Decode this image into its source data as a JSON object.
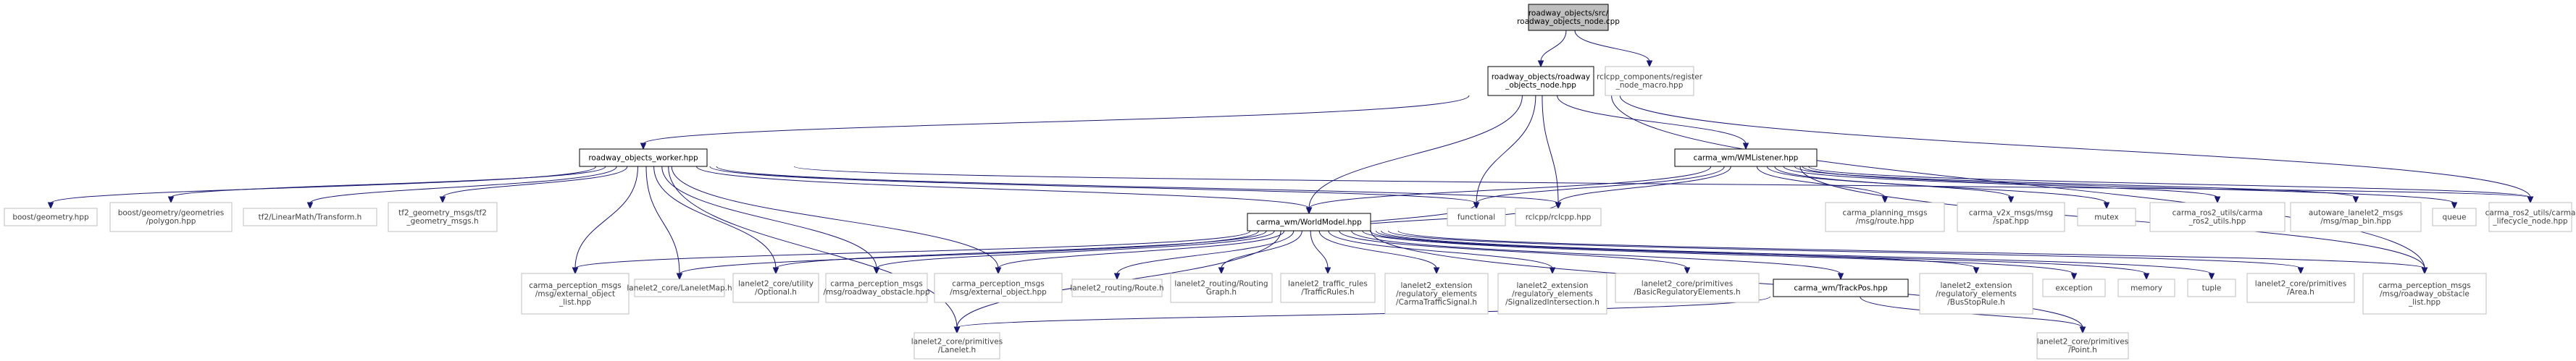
{
  "colors": {
    "root_fill": "#bfbfbf",
    "root_stroke": "#000000",
    "doc_stroke": "#000000",
    "external_stroke": "#bfbfbf",
    "external_text": "#404040",
    "doc_text": "#000000",
    "edge": "#191970"
  },
  "nodes": [
    {
      "id": "n0",
      "kind": "root",
      "lines": [
        "roadway_objects/src/",
        "roadway_objects_node.cpp"
      ]
    },
    {
      "id": "n1",
      "kind": "doc",
      "lines": [
        "roadway_objects/roadway",
        "_objects_node.hpp"
      ]
    },
    {
      "id": "n2",
      "kind": "external",
      "lines": [
        "rclcpp_components/register",
        "_node_macro.hpp"
      ]
    },
    {
      "id": "n3",
      "kind": "doc",
      "lines": [
        "roadway_objects_worker.hpp"
      ]
    },
    {
      "id": "n4",
      "kind": "doc",
      "lines": [
        "carma_wm/WMListener.hpp"
      ]
    },
    {
      "id": "n5",
      "kind": "external",
      "lines": [
        "functional"
      ]
    },
    {
      "id": "n6",
      "kind": "external",
      "lines": [
        "rclcpp/rclcpp.hpp"
      ]
    },
    {
      "id": "n7",
      "kind": "external",
      "lines": [
        "carma_ros2_utils/carma",
        "_lifecycle_node.hpp"
      ]
    },
    {
      "id": "n8",
      "kind": "external",
      "lines": [
        "carma_perception_msgs",
        "/msg/roadway_obstacle",
        "_list.hpp"
      ]
    },
    {
      "id": "n9",
      "kind": "external",
      "lines": [
        "boost/geometry.hpp"
      ]
    },
    {
      "id": "n10",
      "kind": "external",
      "lines": [
        "boost/geometry/geometries",
        "/polygon.hpp"
      ]
    },
    {
      "id": "n11",
      "kind": "external",
      "lines": [
        "tf2/LinearMath/Transform.h"
      ]
    },
    {
      "id": "n12",
      "kind": "external",
      "lines": [
        "tf2_geometry_msgs/tf2",
        "_geometry_msgs.h"
      ]
    },
    {
      "id": "n13",
      "kind": "doc",
      "lines": [
        "carma_wm/WorldModel.hpp"
      ]
    },
    {
      "id": "n14",
      "kind": "external",
      "lines": [
        "carma_perception_msgs",
        "/msg/external_object",
        "_list.hpp"
      ]
    },
    {
      "id": "n15",
      "kind": "external",
      "lines": [
        "lanelet2_core/LaneletMap.h"
      ]
    },
    {
      "id": "n16",
      "kind": "external",
      "lines": [
        "lanelet2_core/utility",
        "/Optional.h"
      ]
    },
    {
      "id": "n17",
      "kind": "external",
      "lines": [
        "carma_perception_msgs",
        "/msg/roadway_obstacle.hpp"
      ]
    },
    {
      "id": "n18",
      "kind": "external",
      "lines": [
        "carma_perception_msgs",
        "/msg/external_object.hpp"
      ]
    },
    {
      "id": "n19",
      "kind": "external",
      "lines": [
        "lanelet2_core/primitives",
        "/Lanelet.h"
      ]
    },
    {
      "id": "n20",
      "kind": "external",
      "lines": [
        "carma_planning_msgs",
        "/msg/route.hpp"
      ]
    },
    {
      "id": "n21",
      "kind": "external",
      "lines": [
        "carma_v2x_msgs/msg",
        "/spat.hpp"
      ]
    },
    {
      "id": "n22",
      "kind": "external",
      "lines": [
        "mutex"
      ]
    },
    {
      "id": "n23",
      "kind": "external",
      "lines": [
        "carma_ros2_utils/carma",
        "_ros2_utils.hpp"
      ]
    },
    {
      "id": "n24",
      "kind": "external",
      "lines": [
        "autoware_lanelet2_msgs",
        "/msg/map_bin.hpp"
      ]
    },
    {
      "id": "n25",
      "kind": "external",
      "lines": [
        "queue"
      ]
    },
    {
      "id": "n26",
      "kind": "external",
      "lines": [
        "lanelet2_routing/Route.h"
      ]
    },
    {
      "id": "n27",
      "kind": "external",
      "lines": [
        "lanelet2_routing/Routing",
        "Graph.h"
      ]
    },
    {
      "id": "n28",
      "kind": "external",
      "lines": [
        "lanelet2_traffic_rules",
        "/TrafficRules.h"
      ]
    },
    {
      "id": "n29",
      "kind": "external",
      "lines": [
        "lanelet2_extension",
        "/regulatory_elements",
        "/CarmaTrafficSignal.h"
      ]
    },
    {
      "id": "n30",
      "kind": "external",
      "lines": [
        "lanelet2_extension",
        "/regulatory_elements",
        "/SignalizedIntersection.h"
      ]
    },
    {
      "id": "n31",
      "kind": "external",
      "lines": [
        "lanelet2_core/primitives",
        "/BasicRegulatoryElements.h"
      ]
    },
    {
      "id": "n32",
      "kind": "doc",
      "lines": [
        "carma_wm/TrackPos.hpp"
      ]
    },
    {
      "id": "n33",
      "kind": "external",
      "lines": [
        "lanelet2_extension",
        "/regulatory_elements",
        "/BusStopRule.h"
      ]
    },
    {
      "id": "n34",
      "kind": "external",
      "lines": [
        "exception"
      ]
    },
    {
      "id": "n35",
      "kind": "external",
      "lines": [
        "memory"
      ]
    },
    {
      "id": "n36",
      "kind": "external",
      "lines": [
        "tuple"
      ]
    },
    {
      "id": "n37",
      "kind": "external",
      "lines": [
        "lanelet2_core/primitives",
        "/Area.h"
      ]
    },
    {
      "id": "n38",
      "kind": "external",
      "lines": [
        "lanelet2_core/primitives",
        "/Point.h"
      ]
    }
  ],
  "edges": [
    [
      "n0",
      "n1"
    ],
    [
      "n0",
      "n2"
    ],
    [
      "n1",
      "n3"
    ],
    [
      "n1",
      "n4"
    ],
    [
      "n1",
      "n5"
    ],
    [
      "n1",
      "n6"
    ],
    [
      "n1",
      "n7"
    ],
    [
      "n1",
      "n8"
    ],
    [
      "n1",
      "n13"
    ],
    [
      "n3",
      "n9"
    ],
    [
      "n3",
      "n10"
    ],
    [
      "n3",
      "n11"
    ],
    [
      "n3",
      "n12"
    ],
    [
      "n3",
      "n13"
    ],
    [
      "n3",
      "n14"
    ],
    [
      "n3",
      "n15"
    ],
    [
      "n3",
      "n16"
    ],
    [
      "n3",
      "n17"
    ],
    [
      "n3",
      "n18"
    ],
    [
      "n3",
      "n19"
    ],
    [
      "n3",
      "n5"
    ],
    [
      "n3",
      "n6"
    ],
    [
      "n3",
      "n7"
    ],
    [
      "n4",
      "n5"
    ],
    [
      "n4",
      "n6"
    ],
    [
      "n4",
      "n13"
    ],
    [
      "n4",
      "n20"
    ],
    [
      "n4",
      "n21"
    ],
    [
      "n4",
      "n22"
    ],
    [
      "n4",
      "n23"
    ],
    [
      "n4",
      "n24"
    ],
    [
      "n4",
      "n25"
    ],
    [
      "n4",
      "n7"
    ],
    [
      "n4",
      "n8"
    ],
    [
      "n13",
      "n5"
    ],
    [
      "n13",
      "n6"
    ],
    [
      "n13",
      "n14"
    ],
    [
      "n13",
      "n15"
    ],
    [
      "n13",
      "n16"
    ],
    [
      "n13",
      "n17"
    ],
    [
      "n13",
      "n18"
    ],
    [
      "n13",
      "n19"
    ],
    [
      "n13",
      "n26"
    ],
    [
      "n13",
      "n27"
    ],
    [
      "n13",
      "n28"
    ],
    [
      "n13",
      "n29"
    ],
    [
      "n13",
      "n30"
    ],
    [
      "n13",
      "n31"
    ],
    [
      "n13",
      "n32"
    ],
    [
      "n13",
      "n33"
    ],
    [
      "n13",
      "n34"
    ],
    [
      "n13",
      "n35"
    ],
    [
      "n13",
      "n36"
    ],
    [
      "n13",
      "n37"
    ],
    [
      "n13",
      "n8"
    ],
    [
      "n13",
      "n38"
    ],
    [
      "n32",
      "n19"
    ],
    [
      "n32",
      "n38"
    ]
  ]
}
